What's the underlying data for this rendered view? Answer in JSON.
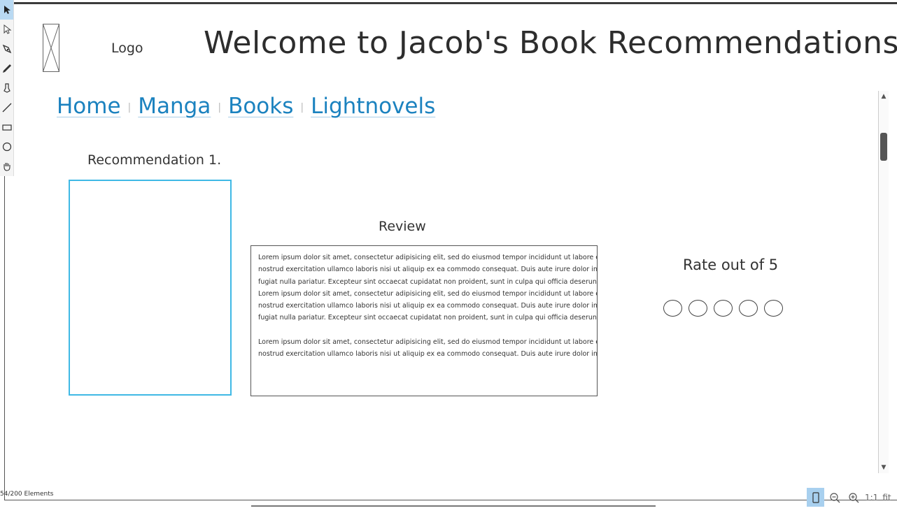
{
  "header": {
    "logo_label": "Logo",
    "title": "Welcome to Jacob's Book Recommendations"
  },
  "nav": {
    "items": [
      {
        "label": "Home"
      },
      {
        "label": "Manga"
      },
      {
        "label": "Books"
      },
      {
        "label": "Lightnovels"
      }
    ]
  },
  "recommendation": {
    "title": "Recommendation 1.",
    "review_title": "Review",
    "review_paragraph_1": [
      "Lorem ipsum dolor sit amet, consectetur adipisicing elit, sed do eiusmod tempor incididunt ut labore et dolore magna aliqua.",
      "nostrud exercitation ullamco laboris nisi ut aliquip ex ea commodo consequat. Duis aute irure dolor in reprehenderit",
      "fugiat nulla pariatur. Excepteur sint occaecat cupidatat non proident, sunt in culpa qui officia deserunt mollit anim",
      "Lorem ipsum dolor sit amet, consectetur adipisicing elit, sed do eiusmod tempor incididunt ut labore et dolore magna aliqua.",
      "nostrud exercitation ullamco laboris nisi ut aliquip ex ea commodo consequat. Duis aute irure dolor in reprehenderit",
      "fugiat nulla pariatur. Excepteur sint occaecat cupidatat non proident, sunt in culpa qui officia deserunt mollit anim"
    ],
    "review_paragraph_2": [
      "Lorem ipsum dolor sit amet, consectetur adipisicing elit, sed do eiusmod tempor incididunt ut labore et dolore magna aliqua.",
      "nostrud exercitation ullamco laboris nisi ut aliquip ex ea commodo consequat. Duis aute irure dolor in reprehenderit"
    ],
    "rate_title": "Rate out of 5",
    "rating_max": 5
  },
  "status": {
    "elements": "54/200 Elements"
  },
  "zoom": {
    "actual_size": "1:1",
    "fit": "fit"
  },
  "colors": {
    "link": "#1b82bf",
    "selection": "#3fb9e5",
    "active_tool": "#b9d9f2"
  },
  "icons": [
    "select-arrow-icon",
    "direct-select-icon",
    "pen-tool-icon",
    "pencil-icon",
    "brush-icon",
    "line-icon",
    "rectangle-icon",
    "ellipse-icon",
    "hand-icon",
    "phone-view-icon",
    "zoom-out-icon",
    "zoom-in-icon"
  ]
}
